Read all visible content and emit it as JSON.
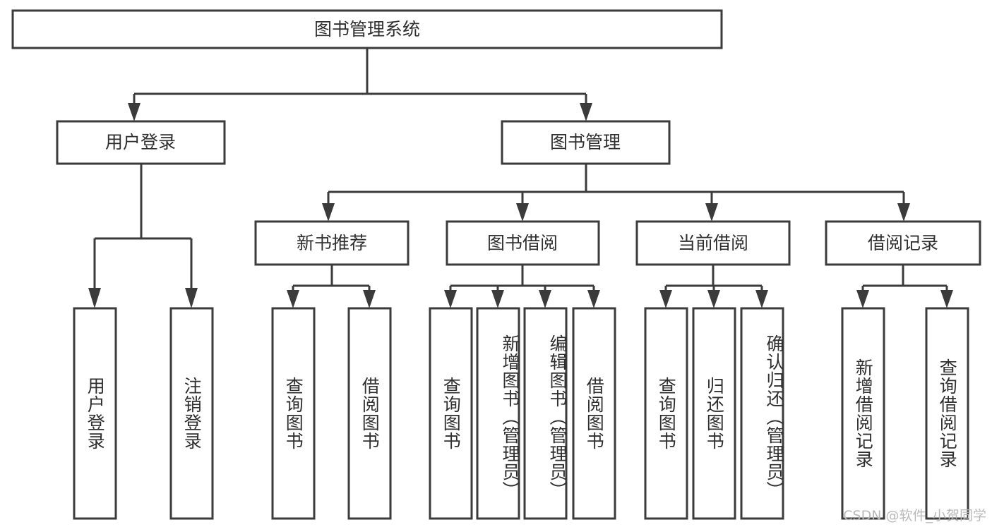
{
  "diagram": {
    "title": "图书管理系统",
    "type": "tree-hierarchy-diagram",
    "colors": {
      "background": "#ffffff",
      "box_stroke": "#3b3b3b",
      "box_fill": "#ffffff",
      "text": "#2f2f2f",
      "watermark": "#b9b9b9"
    },
    "root": {
      "label": "图书管理系统"
    },
    "level2": [
      {
        "label": "用户登录"
      },
      {
        "label": "图书管理"
      }
    ],
    "level3": [
      {
        "label": "新书推荐"
      },
      {
        "label": "图书借阅"
      },
      {
        "label": "当前借阅"
      },
      {
        "label": "借阅记录"
      }
    ],
    "leaves": {
      "user_login": [
        {
          "label": "用户登录"
        },
        {
          "label": "注销登录"
        }
      ],
      "new_book_recommend": [
        {
          "label": "查询图书"
        },
        {
          "label": "借阅图书"
        }
      ],
      "book_borrow": [
        {
          "label": "查询图书"
        },
        {
          "label": "新增图书（管理员）"
        },
        {
          "label": "编辑图书（管理员）"
        },
        {
          "label": "借阅图书"
        }
      ],
      "current_borrow": [
        {
          "label": "查询图书"
        },
        {
          "label": "归还图书"
        },
        {
          "label": "确认归还（管理员）"
        }
      ],
      "borrow_record": [
        {
          "label": "新增借阅记录"
        },
        {
          "label": "查询借阅记录"
        }
      ]
    }
  },
  "watermark": {
    "text": "CSDN @软件_小贺同学"
  }
}
